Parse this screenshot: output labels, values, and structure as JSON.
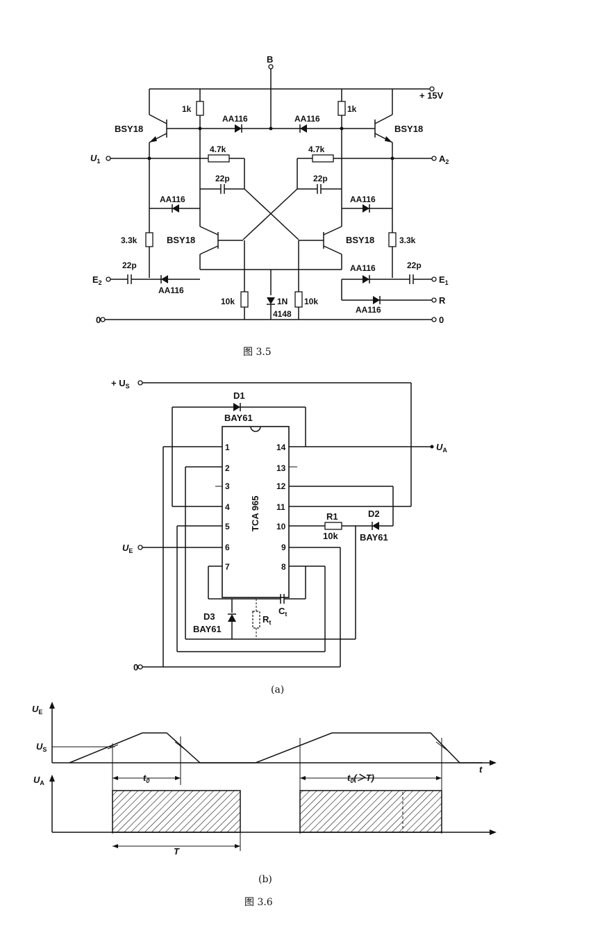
{
  "fig35": {
    "caption": "图 3.5",
    "labels": {
      "B": "B",
      "supply": "+ 15V",
      "r_1k_left": "1k",
      "r_1k_right": "1k",
      "d_top_left": "AA116",
      "d_top_right": "AA116",
      "t_top_left": "BSY18",
      "t_top_right": "BSY18",
      "in_u1_main": "U",
      "in_u1_sub": "1",
      "out_a2_main": "A",
      "out_a2_sub": "2",
      "r_47k_left": "4.7k",
      "r_47k_right": "4.7k",
      "c_22p_left": "22p",
      "c_22p_right": "22p",
      "d_mid_left": "AA116",
      "d_mid_right": "AA116",
      "r_33k_left": "3.3k",
      "r_33k_right": "3.3k",
      "t_bot_left": "BSY18",
      "t_bot_right": "BSY18",
      "c_in_left": "22p",
      "c_in_right": "22p",
      "e2_main": "E",
      "e2_sub": "2",
      "e1_main": "E",
      "e1_sub": "1",
      "d_in_left": "AA116",
      "d_in_right_top": "AA116",
      "d_in_right_bot": "AA116",
      "r_node": "R",
      "r_10k_left": "10k",
      "r_10k_right": "10k",
      "d_1n": "1N",
      "d_4148": "4148",
      "gnd_left": "0",
      "gnd_right": "0"
    }
  },
  "fig36a": {
    "caption": "(a)",
    "labels": {
      "us_main": "+ U",
      "us_sub": "S",
      "ua_main": "U",
      "ua_sub": "A",
      "ue_main": "U",
      "ue_sub": "E",
      "gnd": "0",
      "d1": "D1",
      "d1_type": "BAY61",
      "d2": "D2",
      "d2_type": "BAY61",
      "d3": "D3",
      "d3_type": "BAY61",
      "r1": "R1",
      "r1_val": "10k",
      "rt_main": "R",
      "rt_sub": "t",
      "ct_main": "C",
      "ct_sub": "t",
      "ic": "TCA 965",
      "pins_left": [
        "1",
        "2",
        "3",
        "4",
        "5",
        "6",
        "7"
      ],
      "pins_right": [
        "14",
        "13",
        "12",
        "11",
        "10",
        "9",
        "8"
      ]
    }
  },
  "fig36b": {
    "caption": "(b)",
    "labels": {
      "ue_axis_main": "U",
      "ue_axis_sub": "E",
      "us_level_main": "U",
      "us_level_sub": "S",
      "ua_axis_main": "U",
      "ua_axis_sub": "A",
      "t_axis": "t",
      "t0_short_main": "t",
      "t0_short_sub": "0",
      "t0_long_main": "t",
      "t0_long_sub": "0",
      "t0_long_note": "(＞T)",
      "period": "T"
    }
  },
  "fig36_caption": "图 3.6"
}
